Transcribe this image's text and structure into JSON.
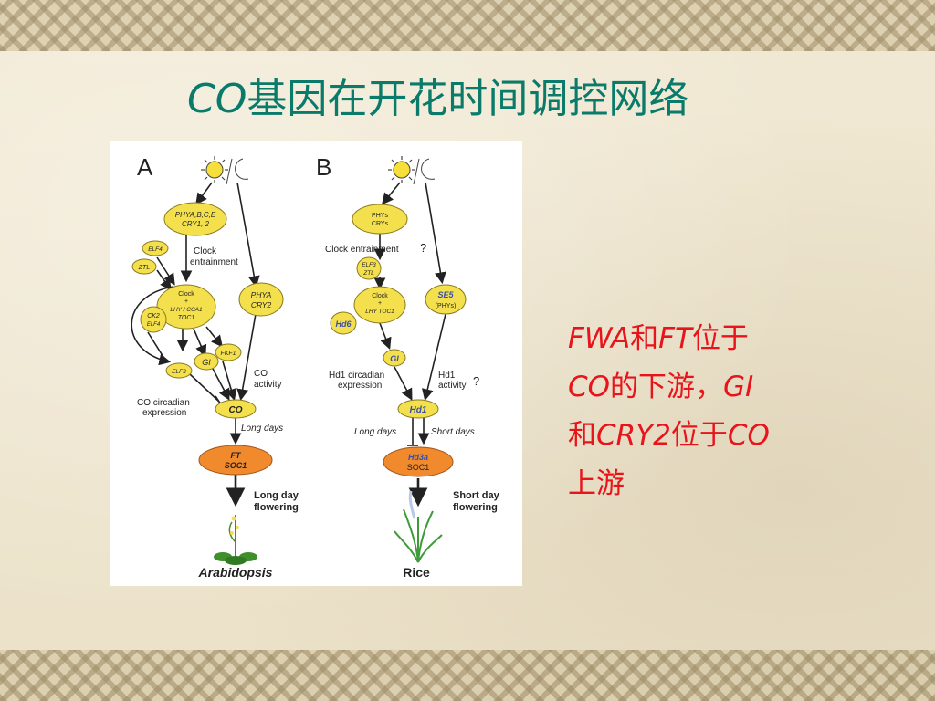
{
  "title": {
    "gene": "CO",
    "rest": "基因在开花时间调控网络"
  },
  "note": {
    "l1_a": "FWA",
    "l1_b": "和",
    "l1_c": "FT",
    "l1_d": "位于",
    "l2_a": "CO",
    "l2_b": "的下游，",
    "l2_c": "GI",
    "l3_a": "和",
    "l3_b": "CRY2",
    "l3_c": "位于",
    "l3_d": "CO",
    "l4_a": "上游"
  },
  "diagram": {
    "panelA": {
      "label": "A",
      "photoreceptors": [
        "PHYA,B,C,E",
        "CRY1, 2"
      ],
      "elf4_small": "ELF4",
      "ztl": "ZTL",
      "clock_entrainment": [
        "Clock",
        "entrainment"
      ],
      "clock_node": [
        "Clock",
        "+",
        "LHY / CCA1",
        "TOC1"
      ],
      "ck2": [
        "CK2",
        "ELF4"
      ],
      "phya_cry2": [
        "PHYA",
        "CRY2"
      ],
      "gi": "GI",
      "fkf1": "FKF1",
      "elf3": "ELF3",
      "co_activity": [
        "CO",
        "activity"
      ],
      "co_circadian": [
        "CO circadian",
        "expression"
      ],
      "co": "CO",
      "long_days": "Long days",
      "ft_soc1": [
        "FT",
        "SOC1"
      ],
      "flowering": [
        "Long day",
        "flowering"
      ],
      "plant": "Arabidopsis"
    },
    "panelB": {
      "label": "B",
      "photoreceptors": [
        "PHYs",
        "CRYs"
      ],
      "clock_entrainment": "Clock entrainment",
      "q1": "?",
      "elf3_ztl": [
        "ELF3",
        "ZTL"
      ],
      "clock_node": [
        "Clock",
        "+",
        "LHY  TOC1"
      ],
      "hd6": "Hd6",
      "se5": [
        "SE5",
        "(PHYs)"
      ],
      "gi": "GI",
      "hd1_circadian": [
        "Hd1 circadian",
        "expression"
      ],
      "hd1_activity": [
        "Hd1",
        "activity"
      ],
      "q2": "?",
      "hd1": "Hd1",
      "long_days": "Long days",
      "short_days": "Short days",
      "hd3a_soc1": [
        "Hd3a",
        "SOC1"
      ],
      "flowering": [
        "Short day",
        "flowering"
      ],
      "plant": "Rice"
    }
  },
  "colors": {
    "title": "#0a7a6a",
    "note": "#e8141b",
    "node_yellow": "#f4e04d",
    "node_orange": "#f08a2c",
    "hd_blue": "#3a4fa8"
  }
}
